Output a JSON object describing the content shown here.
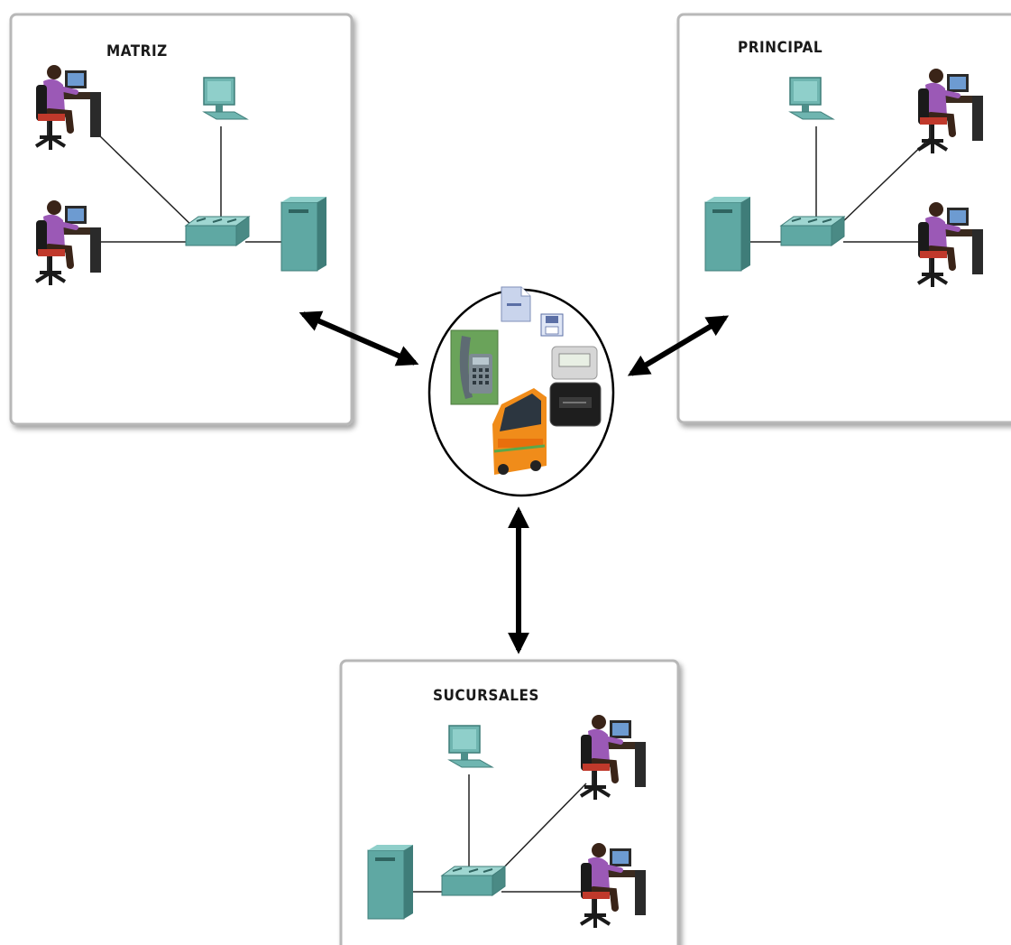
{
  "sites": {
    "matriz": {
      "label": "MATRIZ"
    },
    "principal": {
      "label": "PRINCIPAL"
    },
    "sucursales": {
      "label": "SUCURSALES"
    }
  },
  "hub": {
    "items": [
      "document-icon",
      "floppy-disk-icon",
      "ip-phone-icon",
      "pager-icon",
      "gps-tracker-icon",
      "bus-icon"
    ]
  },
  "colors": {
    "device_teal": "#5fa8a3",
    "device_teal_dark": "#3f7d79",
    "user_purple": "#9b59b6",
    "link_line": "#222222",
    "arrow": "#000000"
  }
}
